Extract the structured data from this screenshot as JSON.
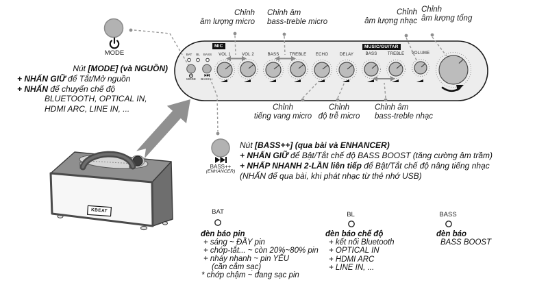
{
  "callouts_top": [
    {
      "l1": "Chỉnh",
      "l2": "âm lượng micro"
    },
    {
      "l1": "Chỉnh âm",
      "l2": "bass-treble micro"
    },
    {
      "l1": "Chỉnh",
      "l2": "âm lượng nhạc"
    },
    {
      "l1": "Chỉnh",
      "l2": "âm lượng tổng"
    }
  ],
  "callouts_bottom": [
    {
      "l1": "Chỉnh",
      "l2": "tiếng vang micro"
    },
    {
      "l1": "Chỉnh",
      "l2": "độ trễ micro"
    },
    {
      "l1": "Chỉnh âm",
      "l2": "bass-treble nhạc"
    }
  ],
  "panel": {
    "mic_group_label": "MIC",
    "music_group_label": "MUSIC/GUITAR",
    "indicators": [
      "BAT",
      "BL",
      "BASS"
    ],
    "mode_button_label": "MODE",
    "bass_button_label": "BASS++",
    "knobs": [
      {
        "label": "VOL 1"
      },
      {
        "label": "VOL 2"
      },
      {
        "label": "BASS"
      },
      {
        "label": "TREBLE"
      },
      {
        "label": "ECHO"
      },
      {
        "label": "DELAY"
      },
      {
        "label": "BASS"
      },
      {
        "label": "TREBLE"
      },
      {
        "label": "VOLUME"
      }
    ]
  },
  "mode_callout": {
    "label": "MODE"
  },
  "mode_note": {
    "l1_pre": "Nút ",
    "l1_bold": "[MODE] (và NGUỒN)",
    "l2_bold": "+ NHẤN GIỮ",
    "l2_rest": " để Tắt/Mở nguồn",
    "l3_bold": "+ NHẤN",
    "l3_rest": " để chuyển chế độ",
    "l4": "BLUETOOTH, OPTICAL IN,",
    "l5": "HDMI ARC, LINE IN, ..."
  },
  "bass_callout": {
    "label": "BASS++",
    "sublabel": "(ENHANCER)"
  },
  "bass_note": {
    "l1_pre": "Nút ",
    "l1_bold": "[BASS++] (qua bài và ENHANCER)",
    "l2_bold": "+ NHẤN GIỮ",
    "l2_rest": " để Bật/Tắt chế độ BASS BOOST (tăng cường âm trầm)",
    "l3_bold": "+ NHẤP NHANH 2-LẦN liên tiếp",
    "l3_rest": " để Bật/Tắt chế độ nâng tiếng nhạc",
    "l4": "(NHẤN để qua bài, khi phát nhạc từ thẻ nhớ USB)"
  },
  "legend": {
    "bat": {
      "label": "BAT",
      "title": "đèn báo pin",
      "items": [
        "+ sáng ~ ĐẦY pin",
        "+ chớp-tắt... ~ còn 20%~80% pin",
        "+ nháy nhanh ~ pin YẾU",
        "(cần cắm sạc)",
        "* chớp chậm ~ đang sạc pin"
      ]
    },
    "bl": {
      "label": "BL",
      "title": "đèn báo chế độ",
      "items": [
        "+ kết nối Bluetooth",
        "+ OPTICAL IN",
        "+ HDMI ARC",
        "+ LINE IN, ..."
      ]
    },
    "bass": {
      "label": "BASS",
      "title": "đèn báo",
      "items": [
        "BASS BOOST"
      ]
    }
  },
  "speaker": {
    "logo_text": "KBEAT"
  },
  "colors": {
    "panel_fill": "#ededed",
    "knob_fill": "#bcbcbc",
    "leader_gray": "#999999",
    "arrow_gray": "#909090"
  }
}
